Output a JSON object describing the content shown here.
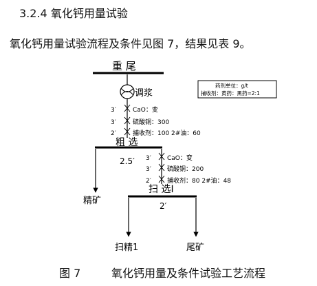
{
  "section": {
    "number": "3.2.4",
    "title": "氧化钙用量试验"
  },
  "intro_text": "氧化钙用量试验流程及条件见图 7，结果见表 9。",
  "legend_box": {
    "line1": "药剂单位：g/t",
    "line2": "捕收剂：黄药：黑药=2:1"
  },
  "flowsheet": {
    "feed_label": "重  尾",
    "conditioning_label": "调浆",
    "rougher_label": "粗  选",
    "rougher_time": "2.5′",
    "rougher_reagents": [
      {
        "time": "3′",
        "text": "CaO：变"
      },
      {
        "time": "3′",
        "text": "硫酸铜：300"
      },
      {
        "time": "2′",
        "text": "捕收剂：100   2#油：60"
      }
    ],
    "rougher_concentrate": "精矿",
    "scavenger_label": "扫  选Ⅰ",
    "scavenger_time": "2′",
    "scavenger_reagents": [
      {
        "time": "3′",
        "text": "CaO：变"
      },
      {
        "time": "3′",
        "text": "硫酸铜：200"
      },
      {
        "time": "2′",
        "text": "捕收剂：80  2#油：48"
      }
    ],
    "scavenger_concentrate": "扫精1",
    "tailings": "尾矿"
  },
  "figure_caption": {
    "number": "图 7",
    "title": "氧化钙用量及条件试验工艺流程"
  }
}
